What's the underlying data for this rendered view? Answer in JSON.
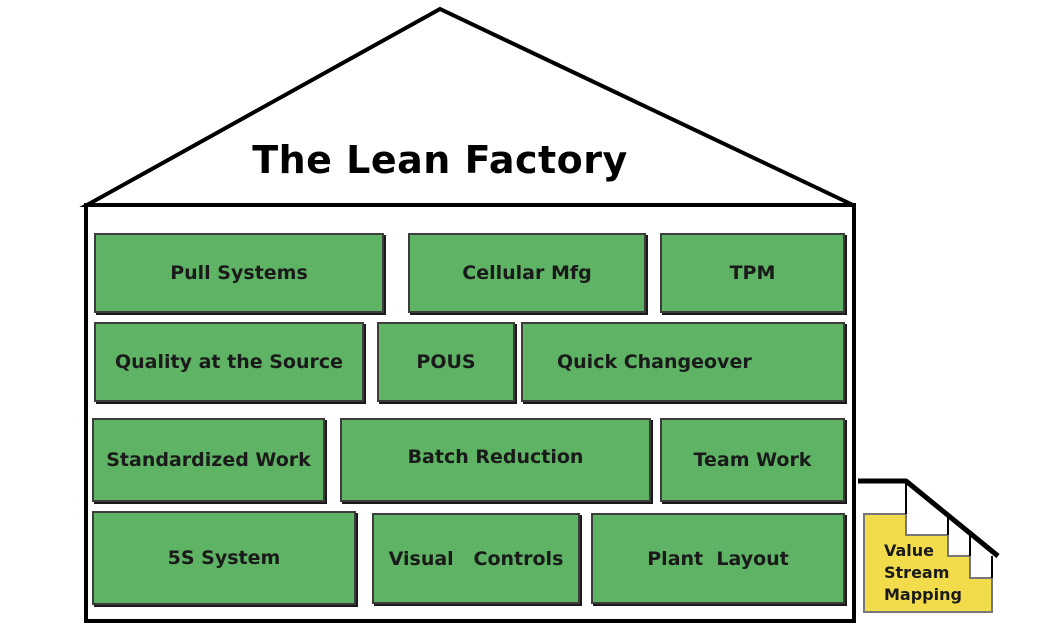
{
  "title": "The Lean Factory",
  "rows": [
    [
      "Pull Systems",
      "Cellular Mfg",
      "TPM"
    ],
    [
      "Quality at the Source",
      "POUS",
      "Quick Changeover"
    ],
    [
      "Standardized Work",
      "Batch Reduction",
      "Team Work"
    ],
    [
      "5S System",
      "Visual   Controls",
      "Plant  Layout"
    ]
  ],
  "stairs": {
    "line1": "Value",
    "line2": "Stream",
    "line3": "Mapping"
  },
  "colors": {
    "block": "#5fb364",
    "stairs": "#f2dc4c",
    "outline": "#000000"
  }
}
